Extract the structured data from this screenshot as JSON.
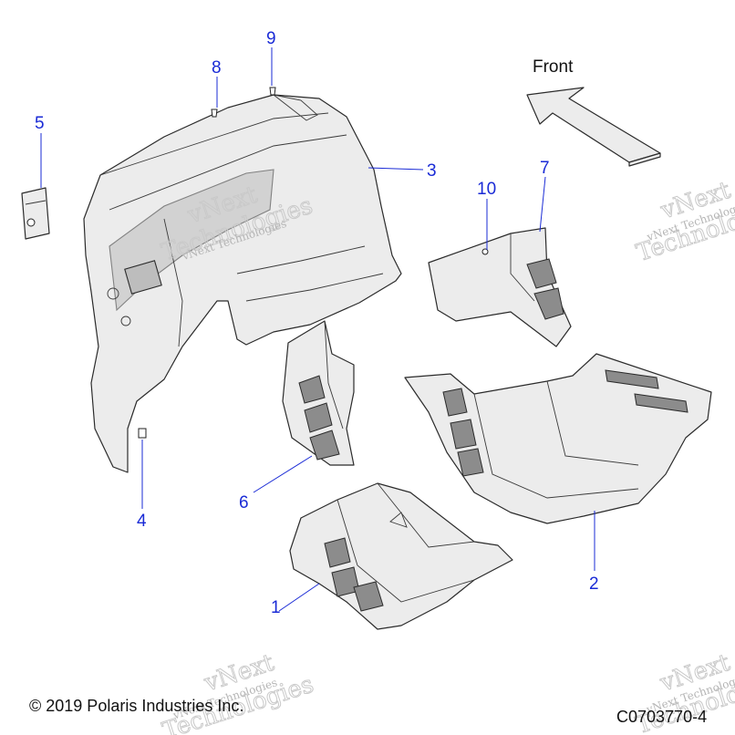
{
  "direction_label": "Front",
  "callouts": [
    {
      "id": "1",
      "label": "1"
    },
    {
      "id": "2",
      "label": "2"
    },
    {
      "id": "3",
      "label": "3"
    },
    {
      "id": "4",
      "label": "4"
    },
    {
      "id": "5",
      "label": "5"
    },
    {
      "id": "6",
      "label": "6"
    },
    {
      "id": "7",
      "label": "7"
    },
    {
      "id": "8",
      "label": "8"
    },
    {
      "id": "9",
      "label": "9"
    },
    {
      "id": "10",
      "label": "10"
    }
  ],
  "watermark": {
    "line1": "vNext",
    "line2": "Technologies",
    "line3": "vNext Technologies"
  },
  "footer": {
    "copyright": "© 2019 Polaris Industries Inc.",
    "figure_id": "C0703770-4"
  },
  "colors": {
    "callout": "#1a2bd6",
    "part_fill": "#ececec",
    "pad_fill": "#8c8c8c"
  }
}
